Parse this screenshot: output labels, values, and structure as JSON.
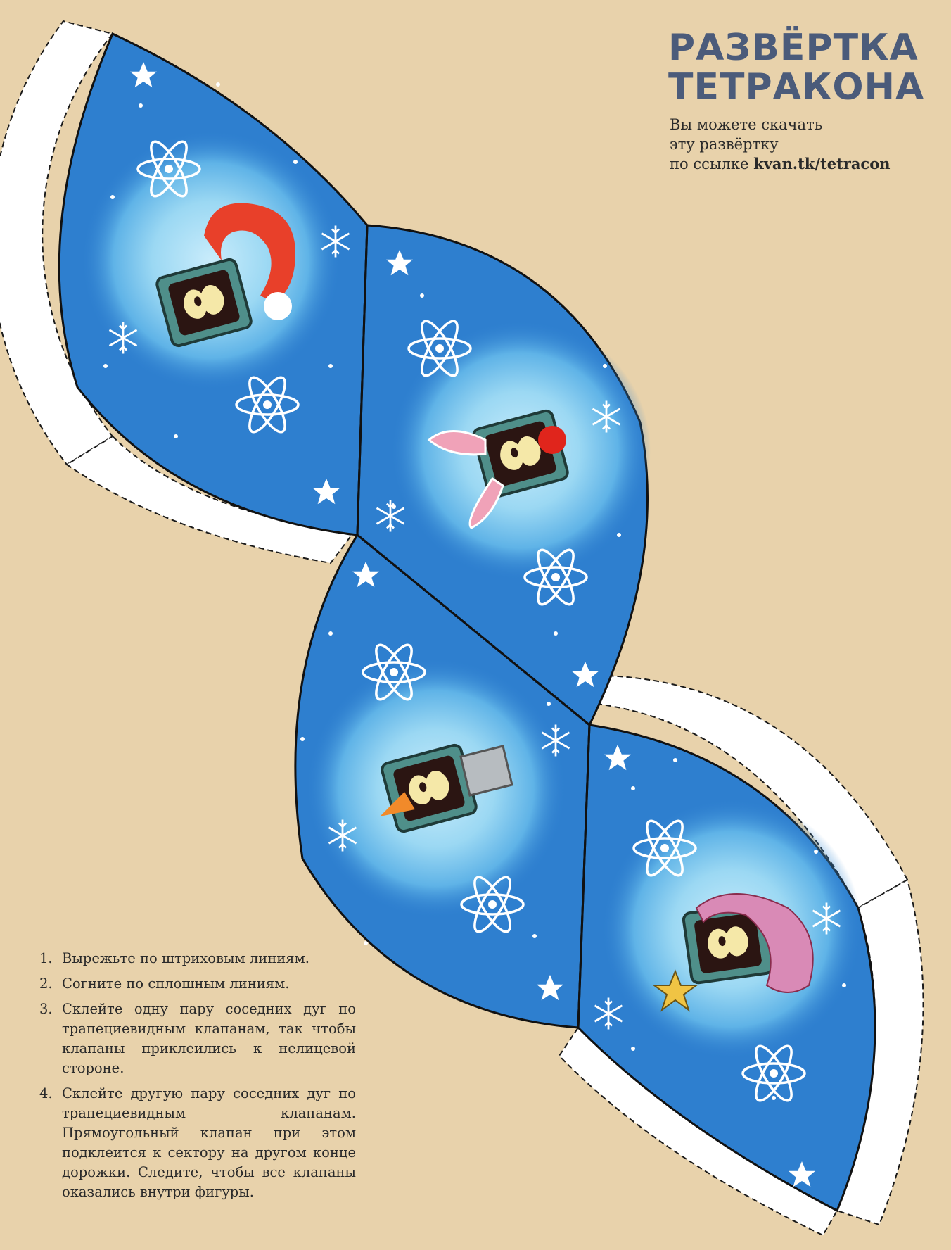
{
  "title": {
    "line1": "РАЗВЁРТКА",
    "line2": "ТЕТРАКОНА"
  },
  "subtitle": {
    "line1": "Вы можете скачать",
    "line2": "эту развёртку",
    "line3_prefix": "по ссылке",
    "link": "kvan.tk/tetracon"
  },
  "instructions": [
    {
      "num": "1.",
      "text": "Вырежьте по штриховым линиям."
    },
    {
      "num": "2.",
      "text": "Согните по сплошным линиям."
    },
    {
      "num": "3.",
      "text": "Склейте одну пару соседних дуг по трапециевидным клапанам, так чтобы клапаны приклеились к нелицевой стороне."
    },
    {
      "num": "4.",
      "text": "Склейте другую пару соседних дуг по трапециевидным клапанам. Прямоугольный клапан при этом подклеится к сектору на другом конце дорожки. Следите, чтобы все клапаны оказались внутри фигуры."
    }
  ],
  "colors": {
    "background": "#e8d2ab",
    "sector_blue": "#2e7fcf",
    "halo_light": "#a8dcf4",
    "title": "#4b5b7a"
  },
  "sectors": [
    {
      "character": "santa-hat"
    },
    {
      "character": "bunny-ears-red-nose"
    },
    {
      "character": "snowman-bucket-carrot"
    },
    {
      "character": "scarf-star"
    }
  ]
}
